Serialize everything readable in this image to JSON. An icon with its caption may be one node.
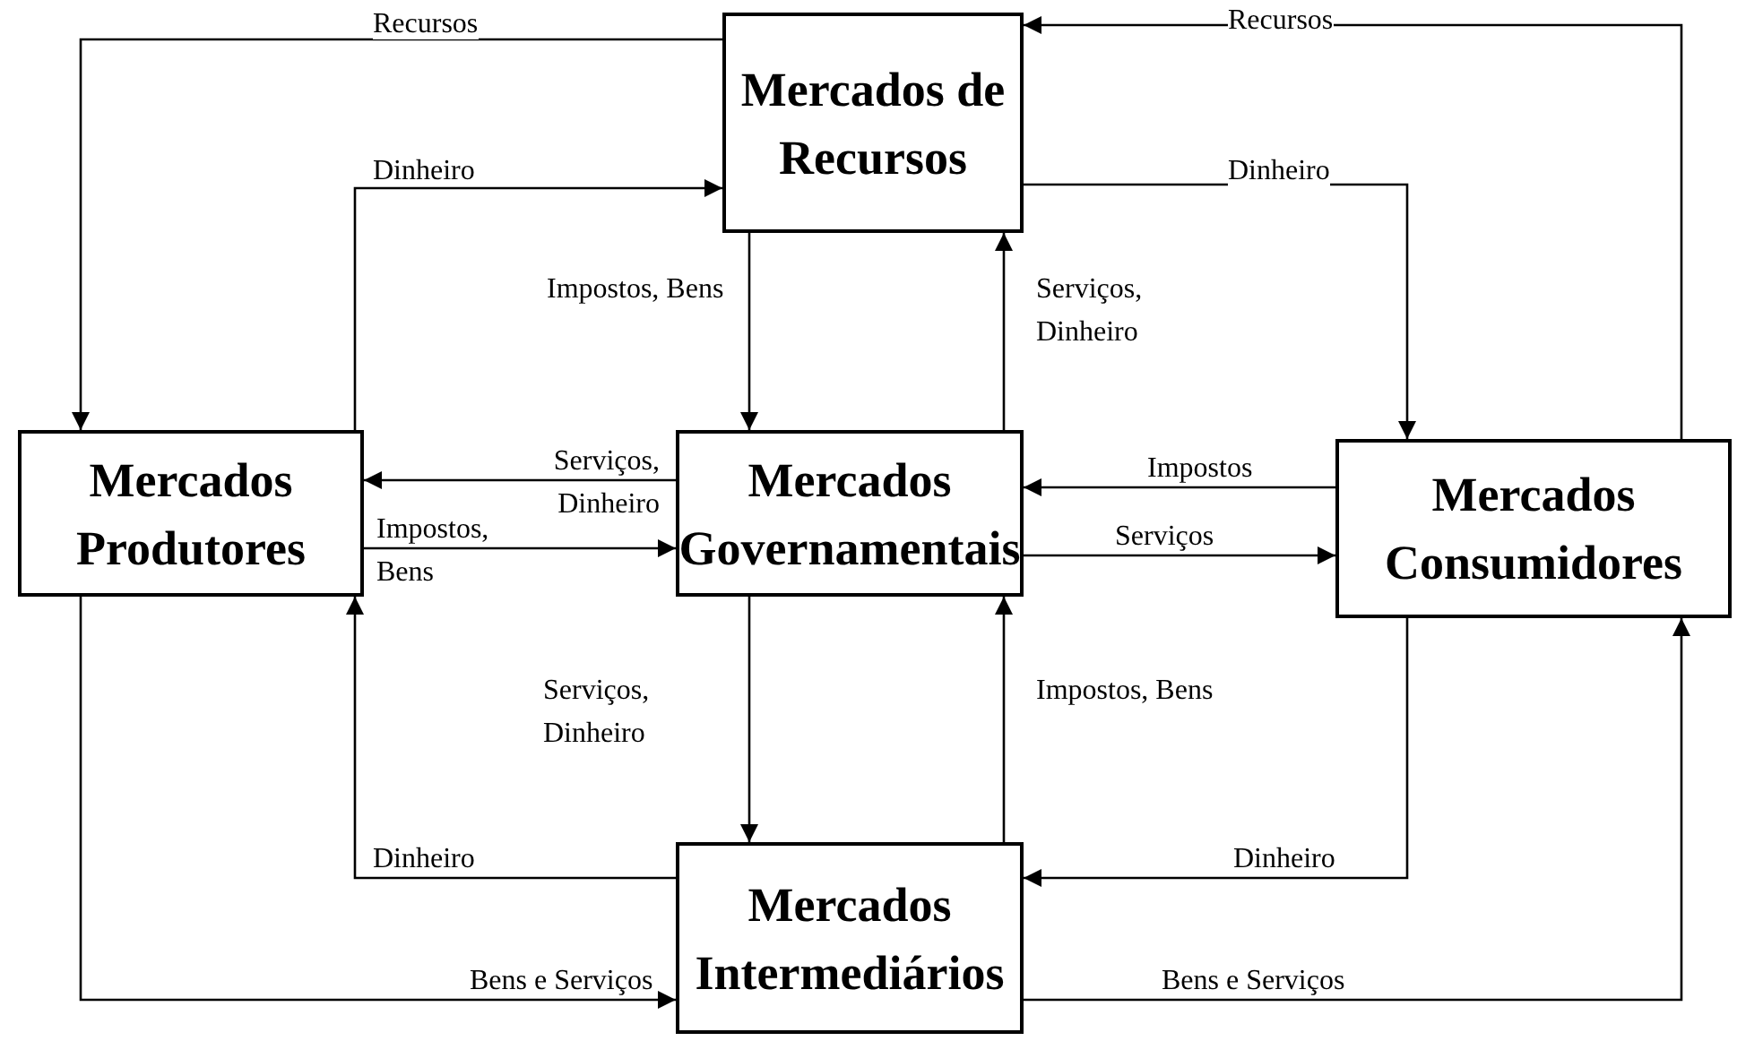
{
  "diagram": {
    "nodes": [
      {
        "text": [
          "Mercados de Recursos"
        ]
      },
      {
        "text": [
          "Mercados Produtores"
        ]
      },
      {
        "text": [
          "Mercados Governamentais"
        ]
      },
      {
        "text": [
          "Mercados Consumidores"
        ]
      },
      {
        "text": [
          "Mercados Intermediários"
        ]
      }
    ],
    "edges": [
      {
        "from": 0,
        "to": 1,
        "arrow": "to",
        "label": "Recursos"
      },
      {
        "from": 3,
        "to": 0,
        "arrow": "to",
        "label": "Recursos"
      },
      {
        "from": 1,
        "to": 0,
        "arrow": "to",
        "label": "Dinheiro"
      },
      {
        "from": 0,
        "to": 3,
        "arrow": "to",
        "label": "Dinheiro"
      },
      {
        "from": 0,
        "to": 2,
        "arrow": "to",
        "label": "Impostos, Bens"
      },
      {
        "from": 2,
        "to": 0,
        "arrow": "to",
        "label": "Serviços, Dinheiro"
      },
      {
        "from": 2,
        "to": 1,
        "arrow": "to",
        "label": "Serviços, Dinheiro"
      },
      {
        "from": 3,
        "to": 2,
        "arrow": "to",
        "label": "Impostos"
      },
      {
        "from": 1,
        "to": 2,
        "arrow": "to",
        "label": "Impostos, Bens"
      },
      {
        "from": 2,
        "to": 3,
        "arrow": "to",
        "label": "Serviços"
      },
      {
        "from": 2,
        "to": 4,
        "arrow": "to",
        "label": "Serviços, Dinheiro"
      },
      {
        "from": 4,
        "to": 2,
        "arrow": "to",
        "label": "Impostos, Bens"
      },
      {
        "from": 4,
        "to": 1,
        "arrow": "to",
        "label": "Dinheiro"
      },
      {
        "from": 3,
        "to": 4,
        "arrow": "to",
        "label": "Dinheiro"
      },
      {
        "from": 1,
        "to": 4,
        "arrow": "to",
        "label": "Bens e Serviços"
      },
      {
        "from": 4,
        "to": 3,
        "arrow": "to",
        "label": "Bens e Serviços"
      }
    ]
  }
}
